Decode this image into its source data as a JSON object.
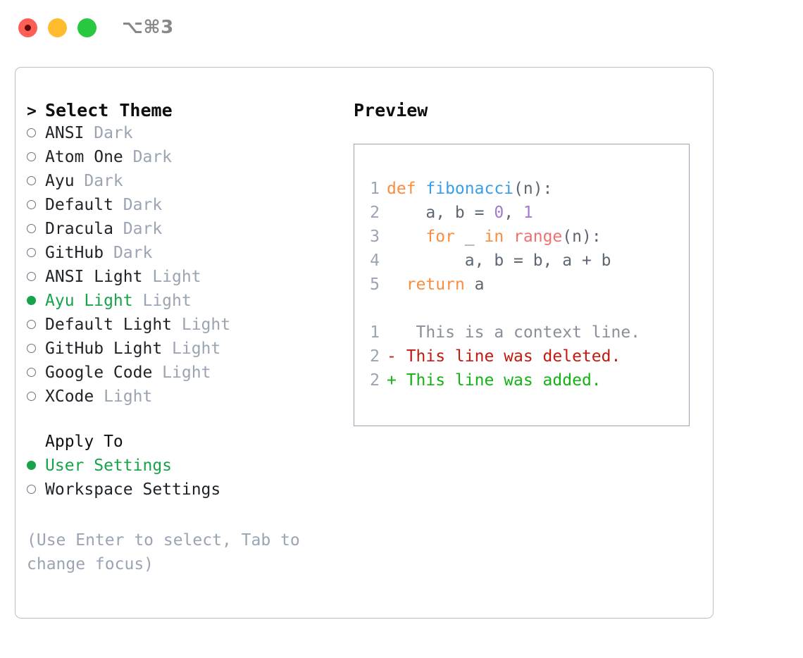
{
  "titlebar": {
    "shortcut": "⌥⌘3",
    "buttons": [
      {
        "name": "close",
        "color": "#FD5F57"
      },
      {
        "name": "minimize",
        "color": "#FEBC2E"
      },
      {
        "name": "maximize",
        "color": "#28C840"
      }
    ]
  },
  "theme_picker": {
    "heading": "Select Theme",
    "heading_marker": ">",
    "items": [
      {
        "marker": "o",
        "label": "ANSI",
        "suffix": "Dark",
        "selected": false
      },
      {
        "marker": "o",
        "label": "Atom One",
        "suffix": "Dark",
        "selected": false
      },
      {
        "marker": "o",
        "label": "Ayu",
        "suffix": "Dark",
        "selected": false
      },
      {
        "marker": "o",
        "label": "Default",
        "suffix": "Dark",
        "selected": false
      },
      {
        "marker": "o",
        "label": "Dracula",
        "suffix": "Dark",
        "selected": false
      },
      {
        "marker": "o",
        "label": "GitHub",
        "suffix": "Dark",
        "selected": false
      },
      {
        "marker": "o",
        "label": "ANSI Light",
        "suffix": "Light",
        "selected": false
      },
      {
        "marker": "●",
        "label": "Ayu Light",
        "suffix": "Light",
        "selected": true
      },
      {
        "marker": "o",
        "label": "Default Light",
        "suffix": "Light",
        "selected": false
      },
      {
        "marker": "o",
        "label": "GitHub Light",
        "suffix": "Light",
        "selected": false
      },
      {
        "marker": "o",
        "label": "Google Code",
        "suffix": "Light",
        "selected": false
      },
      {
        "marker": "o",
        "label": "XCode",
        "suffix": "Light",
        "selected": false
      }
    ]
  },
  "apply_to": {
    "heading": "Apply To",
    "items": [
      {
        "marker": "●",
        "label": "User Settings",
        "selected": true
      },
      {
        "marker": "o",
        "label": "Workspace Settings",
        "selected": false
      }
    ]
  },
  "hint": "(Use Enter to select, Tab to change focus)",
  "preview": {
    "title": "Preview",
    "code_lines": [
      {
        "num": "1",
        "tokens": [
          {
            "t": "def ",
            "c": "kw"
          },
          {
            "t": "fibonacci",
            "c": "fn"
          },
          {
            "t": "(n):",
            "c": "punct"
          }
        ]
      },
      {
        "num": "2",
        "tokens": [
          {
            "t": "    a, b = ",
            "c": "plain"
          },
          {
            "t": "0",
            "c": "num"
          },
          {
            "t": ", ",
            "c": "plain"
          },
          {
            "t": "1",
            "c": "num"
          }
        ]
      },
      {
        "num": "3",
        "tokens": [
          {
            "t": "    ",
            "c": "plain"
          },
          {
            "t": "for",
            "c": "kw"
          },
          {
            "t": " _ ",
            "c": "plain"
          },
          {
            "t": "in",
            "c": "kw"
          },
          {
            "t": " ",
            "c": "plain"
          },
          {
            "t": "range",
            "c": "builtin"
          },
          {
            "t": "(n):",
            "c": "punct"
          }
        ]
      },
      {
        "num": "4",
        "tokens": [
          {
            "t": "        a, b = b, a + b",
            "c": "plain"
          }
        ]
      },
      {
        "num": "5",
        "tokens": [
          {
            "t": "  ",
            "c": "plain"
          },
          {
            "t": "return",
            "c": "kw"
          },
          {
            "t": " a",
            "c": "plain"
          }
        ]
      }
    ],
    "diff_lines": [
      {
        "num": "1",
        "sign": " ",
        "text": "  This is a context line.",
        "kind": "context"
      },
      {
        "num": "2",
        "sign": "-",
        "text": " This line was deleted.",
        "kind": "del"
      },
      {
        "num": "2",
        "sign": "+",
        "text": " This line was added.",
        "kind": "add"
      }
    ]
  },
  "colors": {
    "accent_green": "#16A34A",
    "keyword": "#FA8D3E",
    "function": "#399EE6",
    "number": "#A37ACC",
    "builtin": "#F07171",
    "muted": "#9aa4b2",
    "diff_delete": "#C21A0F",
    "diff_add": "#12B312",
    "panel_border": "#b9c0ca",
    "preview_border": "#9aa4b2"
  }
}
